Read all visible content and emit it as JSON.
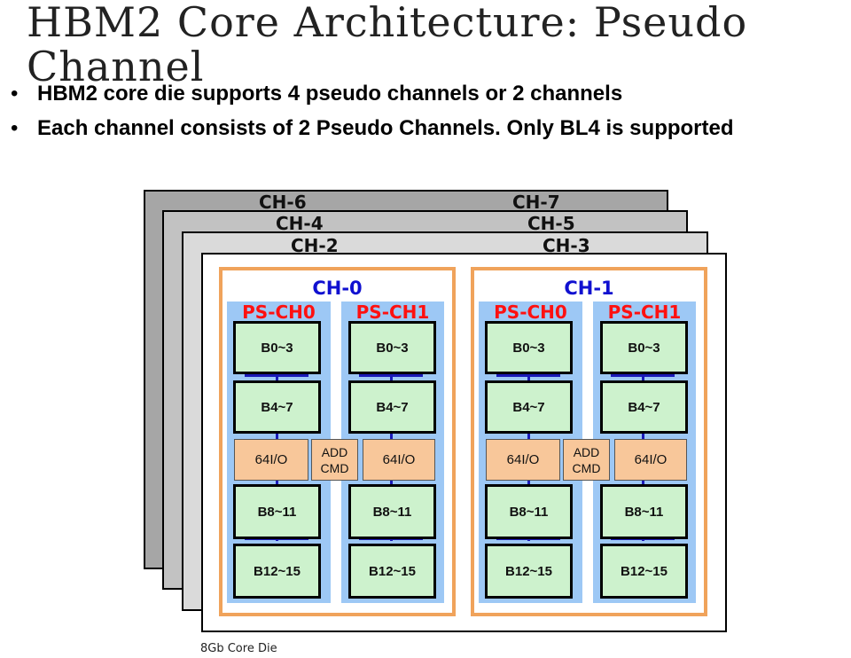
{
  "title": "HBM2 Core Architecture: Pseudo Channel",
  "bullets": [
    "HBM2 core die supports 4 pseudo channels or 2 channels",
    "Each channel consists of 2 Pseudo Channels. Only BL4 is supported"
  ],
  "bullet_symbol": "•",
  "layers": [
    {
      "left": "CH-6",
      "right": "CH-7"
    },
    {
      "left": "CH-4",
      "right": "CH-5"
    },
    {
      "left": "CH-2",
      "right": "CH-3"
    }
  ],
  "channels": [
    {
      "name": "CH-0",
      "ps": [
        "PS-CH0",
        "PS-CH1"
      ]
    },
    {
      "name": "CH-1",
      "ps": [
        "PS-CH0",
        "PS-CH1"
      ]
    }
  ],
  "banks": [
    "B0~3",
    "B4~7",
    "B8~11",
    "B12~15"
  ],
  "io_label": "64I/O",
  "cmd_lines": [
    "ADD",
    "CMD"
  ],
  "caption": "8Gb Core Die",
  "colors": {
    "layer_back": "#a6a6a6",
    "layer_mid": "#c2c2c2",
    "layer_front": "#dadada",
    "channel_border": "#f0a35b",
    "pseudo_channel_bg": "#9dc8f5",
    "bank_fill": "#cdf2cd",
    "io_fill": "#f8c79a",
    "channel_title": "#1010d0",
    "ps_title": "#ff1010",
    "bus": "#1a1ab8"
  }
}
